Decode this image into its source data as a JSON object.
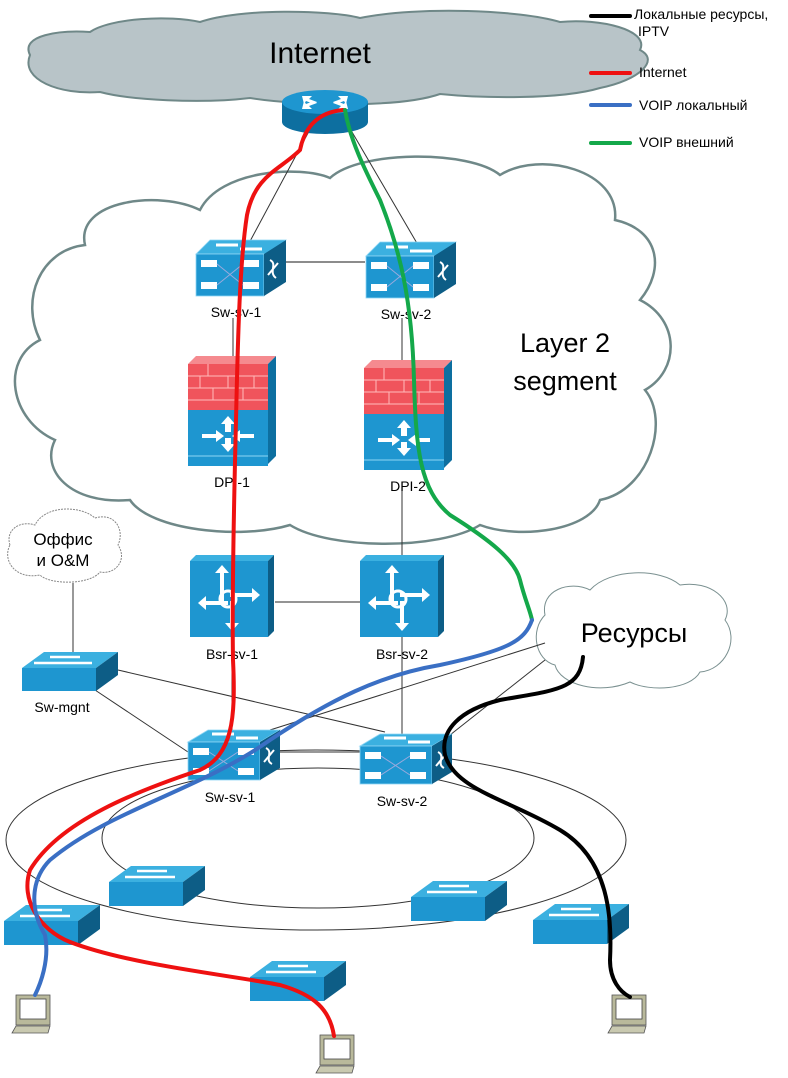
{
  "title": "Network topology: traffic paths",
  "legend": [
    {
      "label": "Локальные ресурсы,",
      "label2": "IPTV",
      "color": "#000000",
      "key": "local"
    },
    {
      "label": "Internet",
      "color": "#ee1111",
      "key": "internet"
    },
    {
      "label": "VOIP локальный",
      "color": "#3a6fc4",
      "key": "voip_local"
    },
    {
      "label": "VOIP внешний",
      "color": "#14a84a",
      "key": "voip_ext"
    }
  ],
  "clouds": {
    "internet": "Internet",
    "layer2_line1": "Layer 2",
    "layer2_line2": "segment",
    "office_line1": "Оффис",
    "office_line2": "и O&M",
    "resources": "Ресурсы"
  },
  "devices": {
    "core_router": "",
    "sw_sv_1_top": "Sw-sv-1",
    "sw_sv_2_top": "Sw-sv-2",
    "dpi_1": "DPI-1",
    "dpi_2": "DPI-2",
    "bsr_sv_1": "Bsr-sv-1",
    "bsr_sv_2": "Bsr-sv-2",
    "sw_mgnt": "Sw-mgnt",
    "sw_sv_1_bottom": "Sw-sv-1",
    "sw_sv_2_bottom": "Sw-sv-2"
  },
  "colors": {
    "device_blue": "#1e96d0",
    "device_dark": "#0d5d86",
    "firewall_red": "#f0545c",
    "cloud_gray": "#b8c4c8",
    "cloud_stroke": "#6f8888",
    "pc_body": "#c9c9b0"
  }
}
